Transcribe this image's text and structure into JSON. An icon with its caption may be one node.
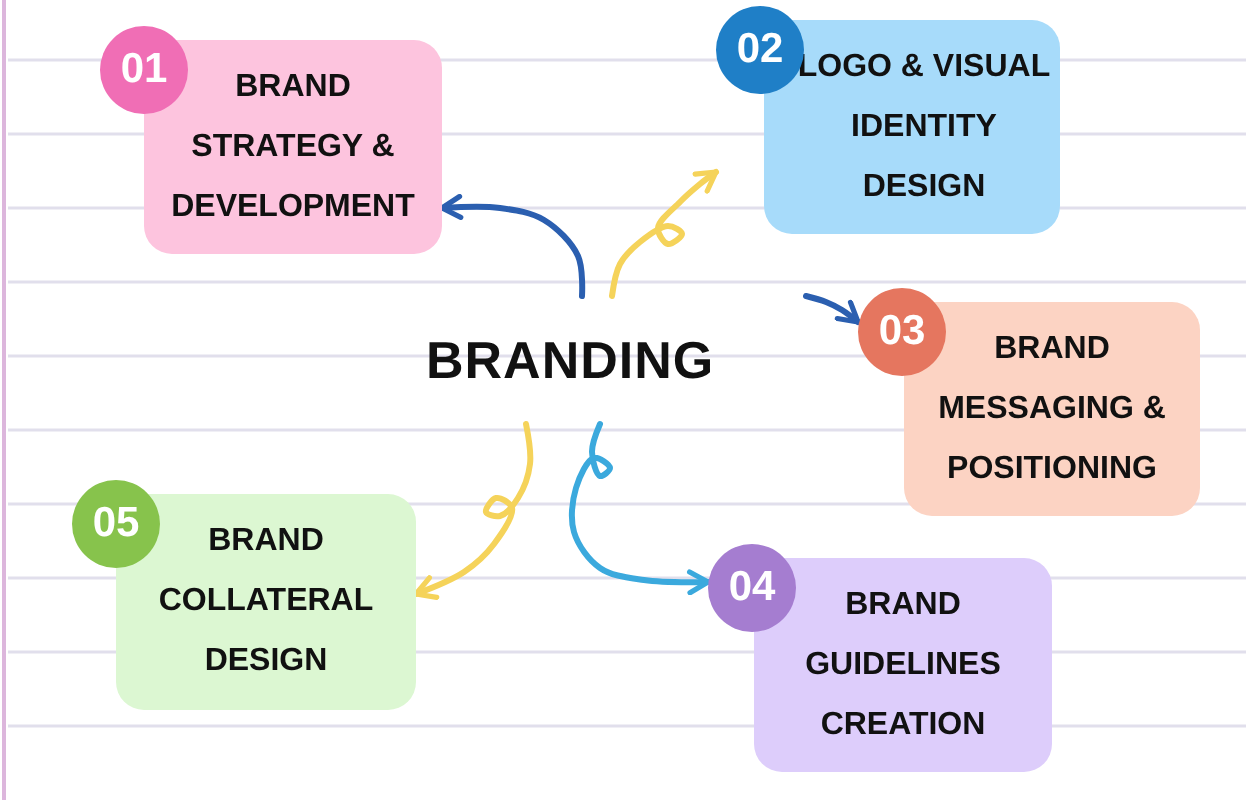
{
  "diagram": {
    "nodes": [
      {
        "text": [
          "BRANDING"
        ]
      },
      {
        "text": [
          "01",
          "BRAND STRATEGY & DEVELOPMENT"
        ]
      },
      {
        "text": [
          "02",
          "LOGO & VISUAL IDENTITY DESIGN"
        ]
      },
      {
        "text": [
          "03",
          "BRAND MESSAGING & POSITIONING"
        ]
      },
      {
        "text": [
          "04",
          "BRAND GUIDELINES CREATION"
        ]
      },
      {
        "text": [
          "05",
          "BRAND COLLATERAL DESIGN"
        ]
      }
    ],
    "edges": [
      {
        "from": 0,
        "to": 1,
        "arrow": "to",
        "color": "#2b5fb0"
      },
      {
        "from": 0,
        "to": 2,
        "arrow": "to",
        "color": "#f5d35a"
      },
      {
        "from": null,
        "to": 3,
        "arrow": "to",
        "color": "#2b5fb0"
      },
      {
        "from": 0,
        "to": 4,
        "arrow": "to",
        "color": "#3ba9dd"
      },
      {
        "from": 0,
        "to": 5,
        "arrow": "to",
        "color": "#f5d35a"
      }
    ]
  }
}
